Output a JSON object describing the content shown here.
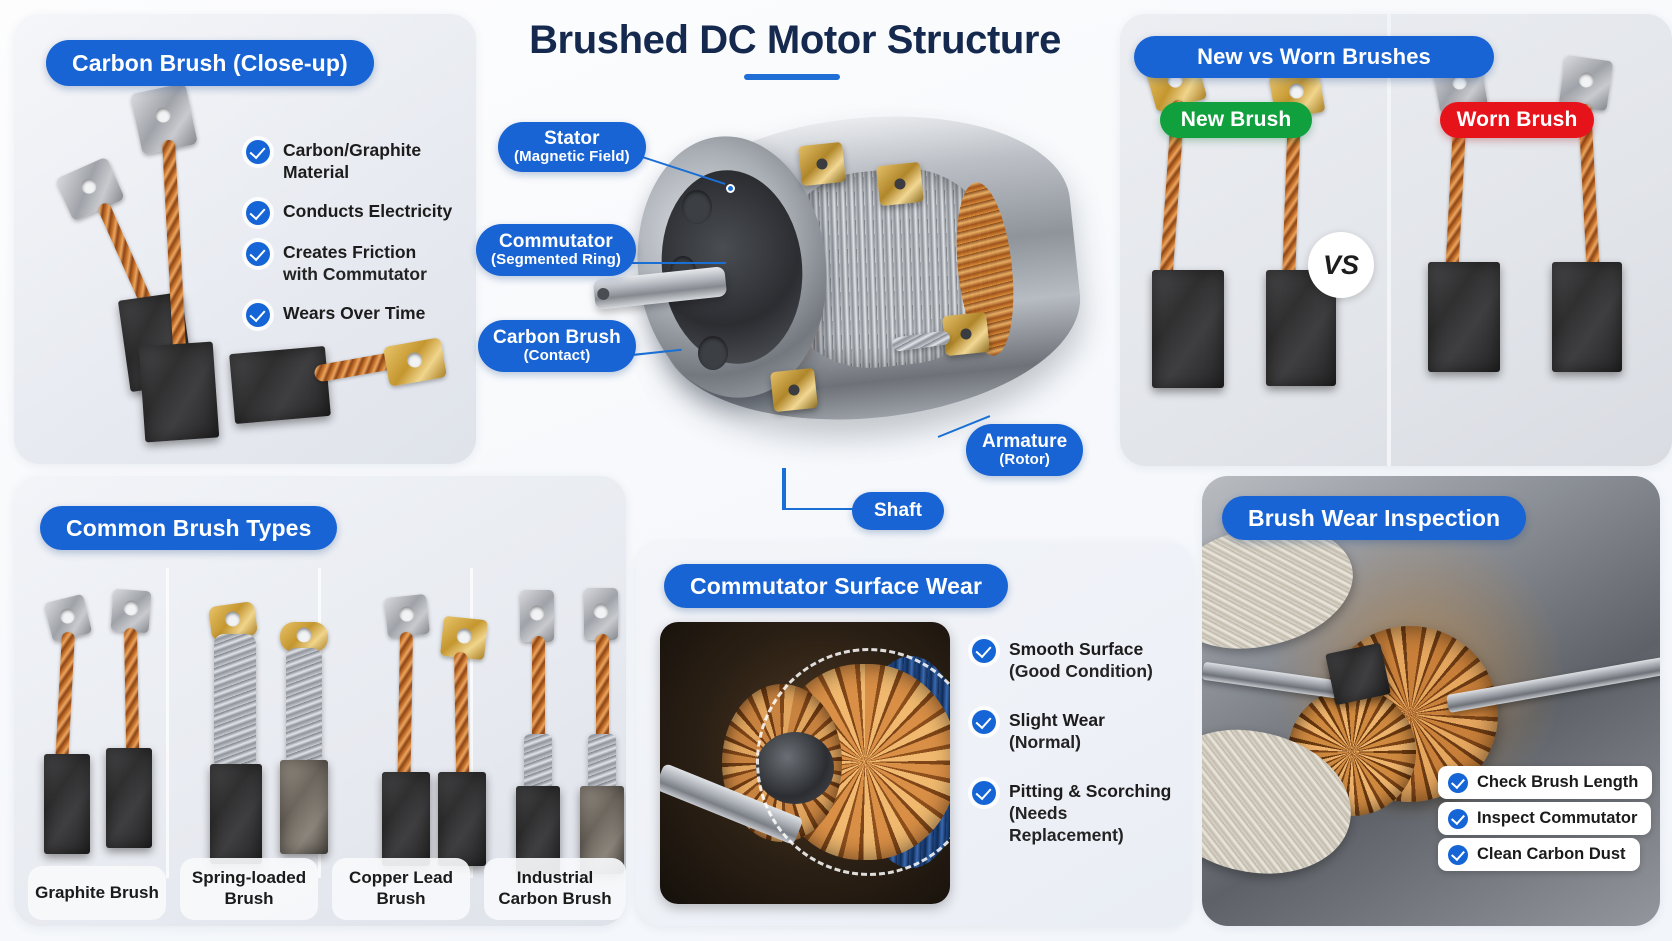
{
  "title": "Brushed DC Motor Structure",
  "colors": {
    "badge_blue": "#1864d4",
    "title_navy": "#15294e",
    "green": "#10a03e",
    "red": "#e7131b",
    "panel_bg": "#eef1f7"
  },
  "panels": {
    "carbon_brush_closeup": {
      "heading": "Carbon Brush (Close-up)",
      "checks": [
        {
          "line1": "Carbon/Graphite Material",
          "line2": ""
        },
        {
          "line1": "Conducts Electricity",
          "line2": ""
        },
        {
          "line1": "Creates Friction",
          "line2": "with Commutator"
        },
        {
          "line1": "Wears Over Time",
          "line2": ""
        }
      ]
    },
    "motor": {
      "labels": [
        {
          "line1": "Stator",
          "line2": "(Magnetic Field)"
        },
        {
          "line1": "Commutator",
          "line2": "(Segmented Ring)"
        },
        {
          "line1": "Carbon Brush",
          "line2": "(Contact)"
        },
        {
          "line1": "Armature",
          "line2": "(Rotor)"
        },
        {
          "line1": "Shaft",
          "line2": ""
        }
      ]
    },
    "new_vs_worn": {
      "heading": "New vs Worn Brushes",
      "left_label": "New Brush",
      "right_label": "Worn Brush",
      "vs_label": "VS"
    },
    "brush_types": {
      "heading": "Common Brush Types",
      "items": [
        {
          "line1": "Graphite Brush",
          "line2": ""
        },
        {
          "line1": "Spring-loaded",
          "line2": "Brush"
        },
        {
          "line1": "Copper Lead",
          "line2": "Brush"
        },
        {
          "line1": "Industrial",
          "line2": "Carbon Brush"
        }
      ]
    },
    "commutator_wear": {
      "heading": "Commutator Surface Wear",
      "checks": [
        {
          "line1": "Smooth Surface",
          "line2": "(Good Condition)"
        },
        {
          "line1": "Slight Wear",
          "line2": "(Normal)"
        },
        {
          "line1": "Pitting & Scorching",
          "line2": "(Needs Replacement)"
        }
      ]
    },
    "brush_wear_inspection": {
      "heading": "Brush Wear Inspection",
      "chips": [
        "Check Brush Length",
        "Inspect Commutator",
        "Clean Carbon Dust"
      ]
    }
  }
}
